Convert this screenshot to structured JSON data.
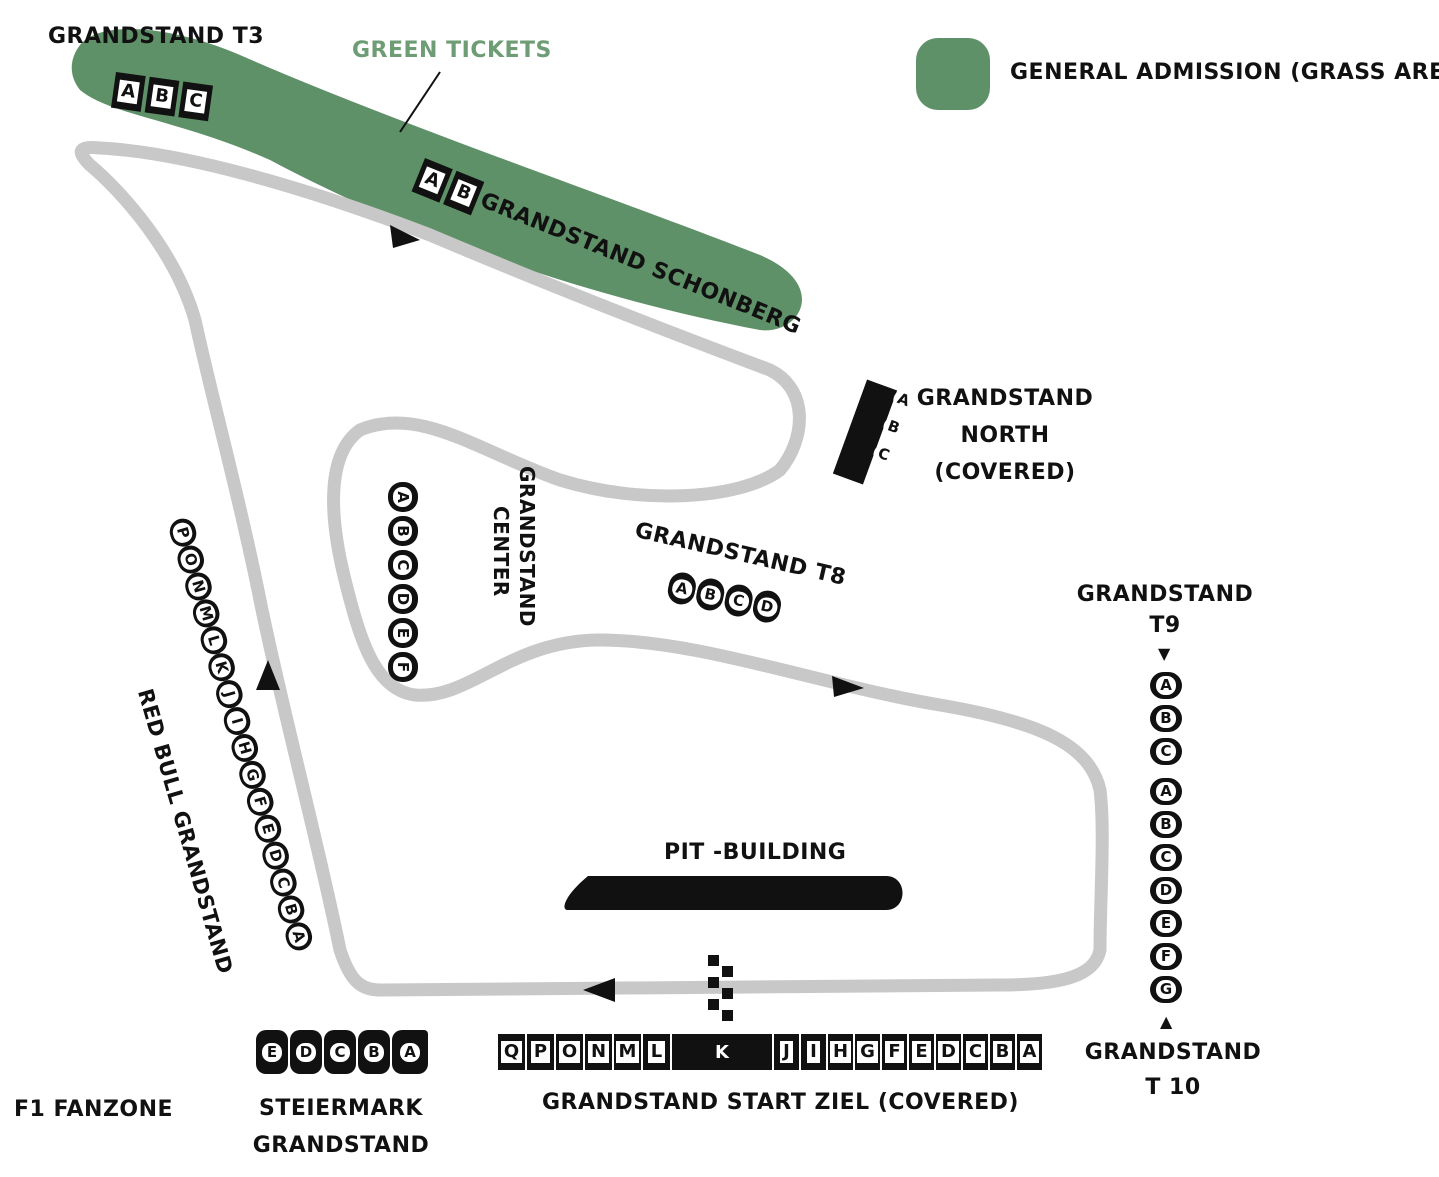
{
  "legend": {
    "label": "GENERAL ADMISSION (GRASS AREA)",
    "swatch_color": "#5f9168"
  },
  "colors": {
    "track": "#c8c8c8",
    "grass": "#5f9168",
    "grass_label": "#6e9c74",
    "stand": "#111111"
  },
  "labels": {
    "grandstand_t3": "GRANDSTAND T3",
    "green_tickets": "GREEN TICKETS",
    "grandstand_schonberg": "GRANDSTAND SCHONBERG",
    "grandstand_north": [
      "GRANDSTAND",
      "NORTH",
      "(COVERED)"
    ],
    "grandstand_center": [
      "GRANDSTAND",
      "CENTER"
    ],
    "grandstand_t8": "GRANDSTAND T8",
    "grandstand_t9": [
      "GRANDSTAND",
      "T9"
    ],
    "grandstand_t10": [
      "GRANDSTAND",
      "T 10"
    ],
    "red_bull_grandstand": "RED BULL GRANDSTAND",
    "pit_building": "PIT -BUILDING",
    "start_ziel": "GRANDSTAND  START ZIEL (COVERED)",
    "steiermark": [
      "STEIERMARK",
      "GRANDSTAND"
    ],
    "fanzone": "F1 FANZONE"
  },
  "sections": {
    "t3": [
      "A",
      "B",
      "C"
    ],
    "schonberg": [
      "A",
      "B"
    ],
    "north": [
      "A",
      "B",
      "C"
    ],
    "center": [
      "A",
      "B",
      "C",
      "D",
      "E",
      "F"
    ],
    "t8": [
      "A",
      "B",
      "C",
      "D"
    ],
    "t9": [
      "A",
      "B",
      "C"
    ],
    "t10": [
      "A",
      "B",
      "C",
      "D",
      "E",
      "F",
      "G"
    ],
    "red_bull": [
      "P",
      "O",
      "N",
      "M",
      "L",
      "K",
      "J",
      "I",
      "H",
      "G",
      "F",
      "E",
      "D",
      "C",
      "B",
      "A"
    ],
    "start_ziel_left": [
      "Q",
      "P",
      "O",
      "N",
      "M",
      "L"
    ],
    "start_ziel_mid": "K",
    "start_ziel_right": [
      "J",
      "I",
      "H",
      "G",
      "F",
      "E",
      "D",
      "C",
      "B",
      "A"
    ],
    "steiermark": [
      "E",
      "D",
      "C",
      "B",
      "A"
    ]
  },
  "arrows": {
    "t9": "▼",
    "t10": "▲"
  }
}
